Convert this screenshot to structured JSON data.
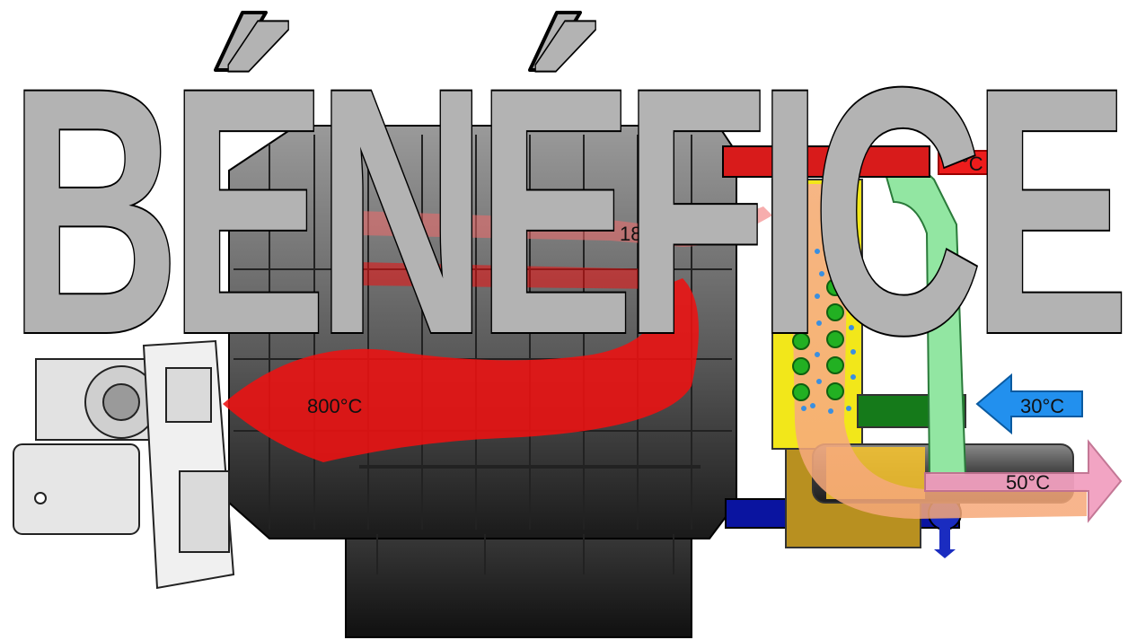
{
  "title": {
    "text": "BÉNÉFICE"
  },
  "temperatures": {
    "flame": "800°C",
    "exhaust_partial": "18",
    "hot_water_out_partial": "°C",
    "cold_water_in": "30°C",
    "flue_out": "50°C"
  },
  "colors": {
    "hot_water": "#d81b1b",
    "flame": "#ee1111",
    "cold_water_arrow": "#2290ee",
    "flue_arrow": "#f2a0c0",
    "cold_pipe": "#0a14a0",
    "condenser_body": "#f2e71a",
    "condenser_glow": "#f6a878",
    "loop_pipe": "#92e6a2",
    "droplet_ball": "#22b022",
    "title_fill": "#b3b3b3"
  }
}
